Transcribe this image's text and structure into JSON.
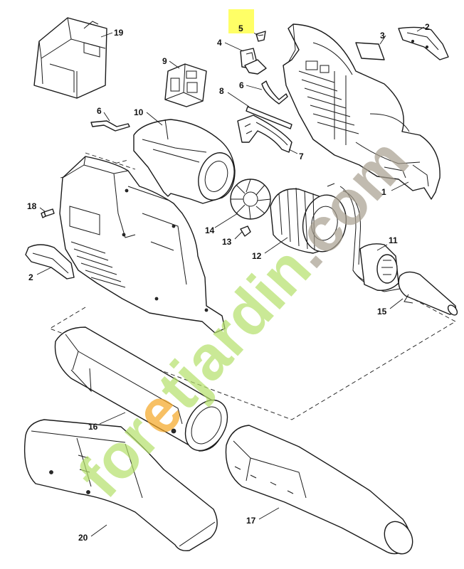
{
  "highlight_color": "#ffff66",
  "watermark": {
    "text": "foretjardin.com",
    "colors": {
      "green": "#b5e06a",
      "orange": "#f5a623",
      "gray": "#a89f8f"
    }
  },
  "callouts": {
    "p1": "1",
    "p2a": "2",
    "p2b": "2",
    "p3": "3",
    "p4": "4",
    "p5": "5",
    "p6a": "6",
    "p6b": "6",
    "p7": "7",
    "p8": "8",
    "p9": "9",
    "p10": "10",
    "p11": "11",
    "p12": "12",
    "p13": "13",
    "p14": "14",
    "p15": "15",
    "p16": "16",
    "p17": "17",
    "p18": "18",
    "p19": "19",
    "p20": "20"
  }
}
